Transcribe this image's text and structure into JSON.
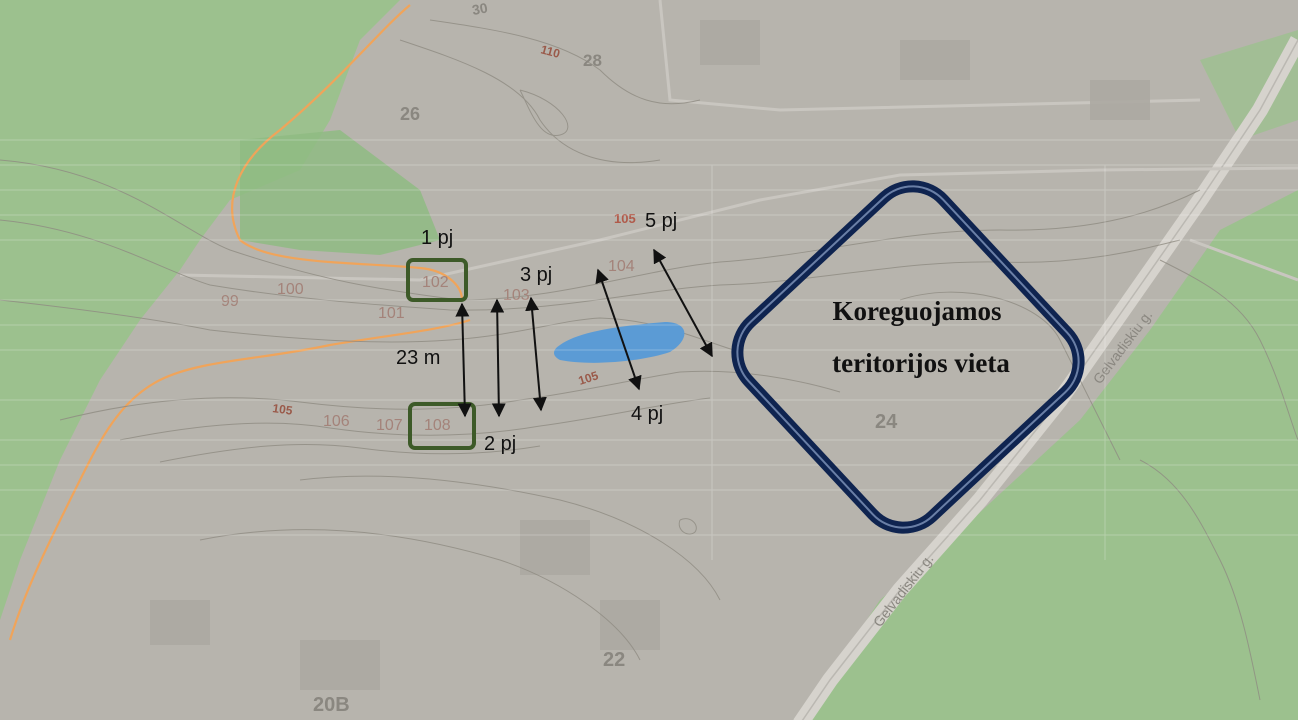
{
  "map": {
    "house_numbers": [
      "30",
      "28",
      "26",
      "24",
      "22",
      "20B"
    ],
    "street_name": "Gelvadiskiu g.",
    "contour_labels": [
      "110",
      "105",
      "104",
      "103",
      "102",
      "101",
      "100",
      "99",
      "105",
      "106",
      "107",
      "108",
      "105"
    ],
    "annotations": {
      "cut_1": "1 pj",
      "cut_2": "2 pj",
      "cut_3": "3 pj",
      "cut_4": "4 pj",
      "cut_5": "5 pj",
      "distance": "23 m",
      "area_label_line1": "Koreguojamos",
      "area_label_line2": "teritorijos vieta"
    },
    "colors": {
      "terrain": "#b7b4ad",
      "forest": "#9cc18e",
      "water": "#5b9bd5",
      "road": "#cfccc6",
      "path": "#f0a45a",
      "contour": "#8f8b82",
      "highlight_box": "#3d5a28",
      "area_outline": "#0f2450"
    }
  }
}
